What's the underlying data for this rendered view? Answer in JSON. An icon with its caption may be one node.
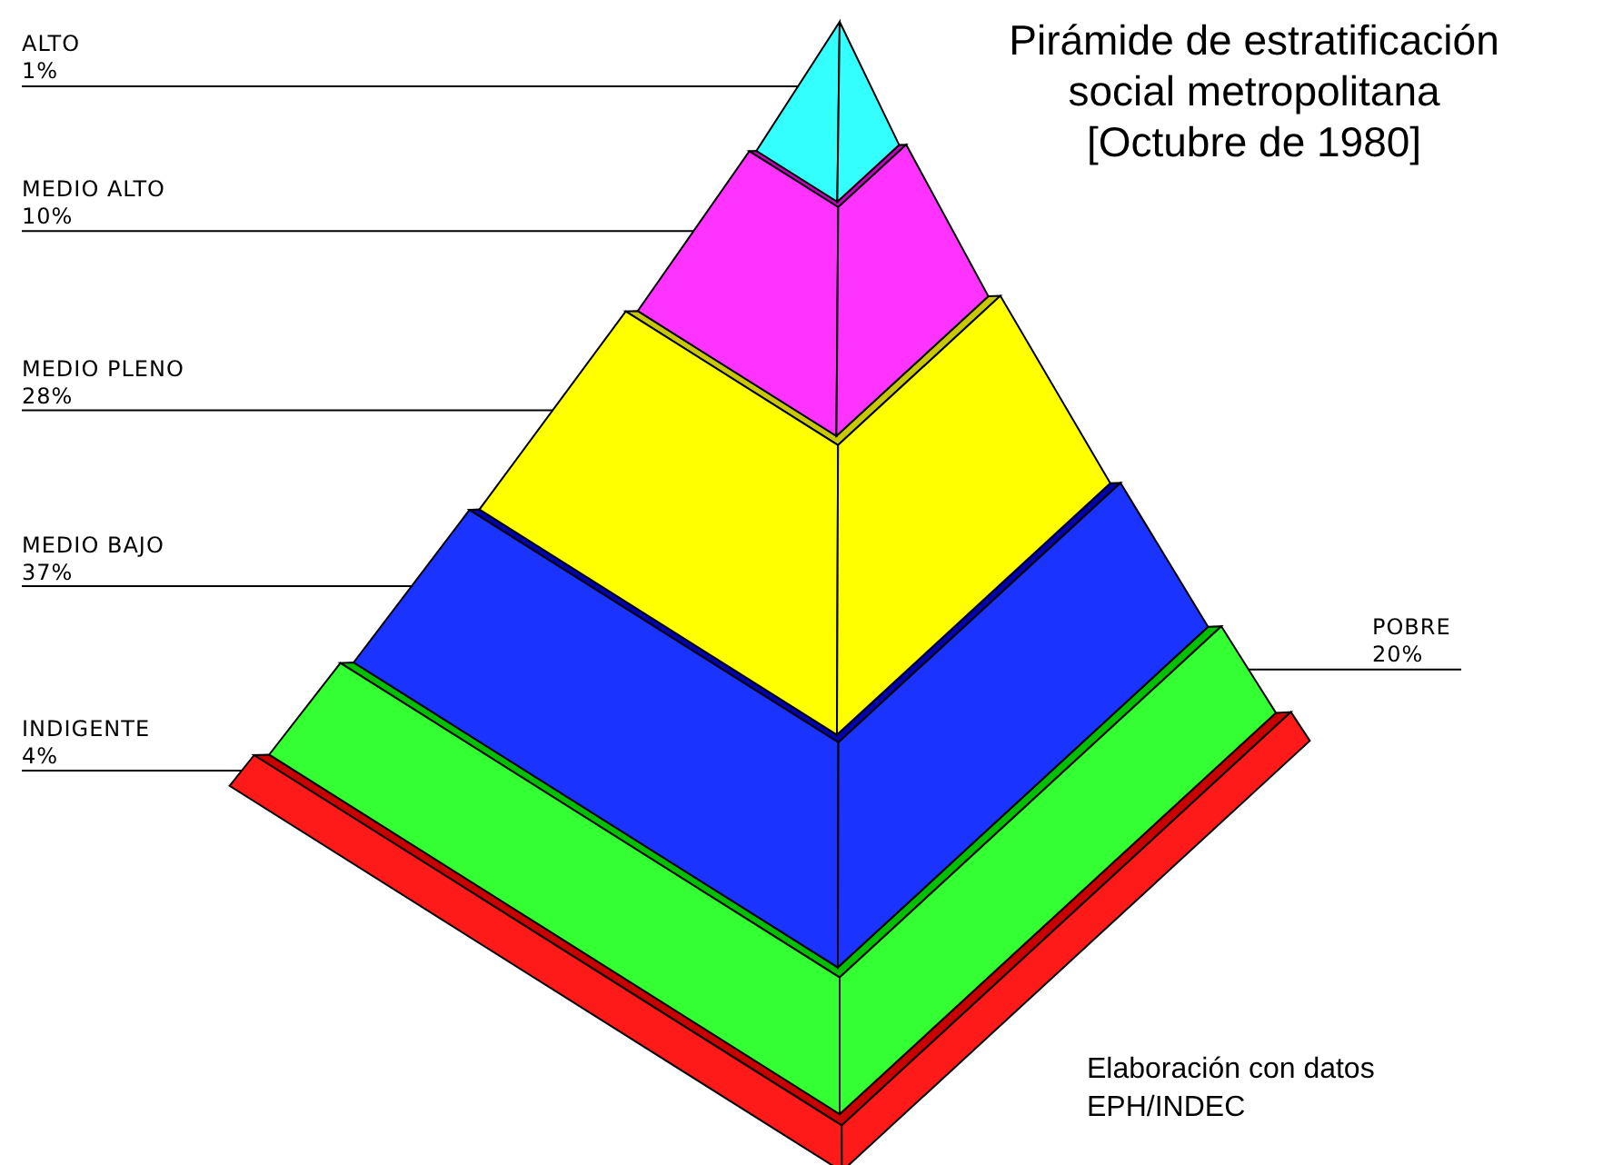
{
  "diagram": {
    "title": "Pirámide de estratificación social metropolitana [Octubre de 1980]",
    "caption": "Elaboración con datos EPH/INDEC",
    "nodes": [
      {
        "text": [
          "ALTO",
          "1%"
        ]
      },
      {
        "text": [
          "MEDIO ALTO",
          "10%"
        ]
      },
      {
        "text": [
          "MEDIO PLENO",
          "28%"
        ]
      },
      {
        "text": [
          "MEDIO BAJO",
          "37%"
        ]
      },
      {
        "text": [
          "POBRE",
          "20%"
        ]
      },
      {
        "text": [
          "INDIGENTE",
          "4%"
        ]
      },
      {
        "text": [],
        "shape": "picture"
      },
      {
        "text": [],
        "shape": "picture"
      },
      {
        "text": [],
        "shape": "picture"
      },
      {
        "text": [],
        "shape": "picture"
      },
      {
        "text": [],
        "shape": "picture"
      },
      {
        "text": [],
        "shape": "picture"
      }
    ],
    "edges": [
      {
        "from": 0,
        "to": 6,
        "arrow": "none"
      },
      {
        "from": 1,
        "to": 7,
        "arrow": "none"
      },
      {
        "from": 2,
        "to": 8,
        "arrow": "none"
      },
      {
        "from": 3,
        "to": 9,
        "arrow": "none"
      },
      {
        "from": 4,
        "to": 10,
        "arrow": "none"
      },
      {
        "from": 5,
        "to": 11,
        "arrow": "none"
      }
    ]
  }
}
